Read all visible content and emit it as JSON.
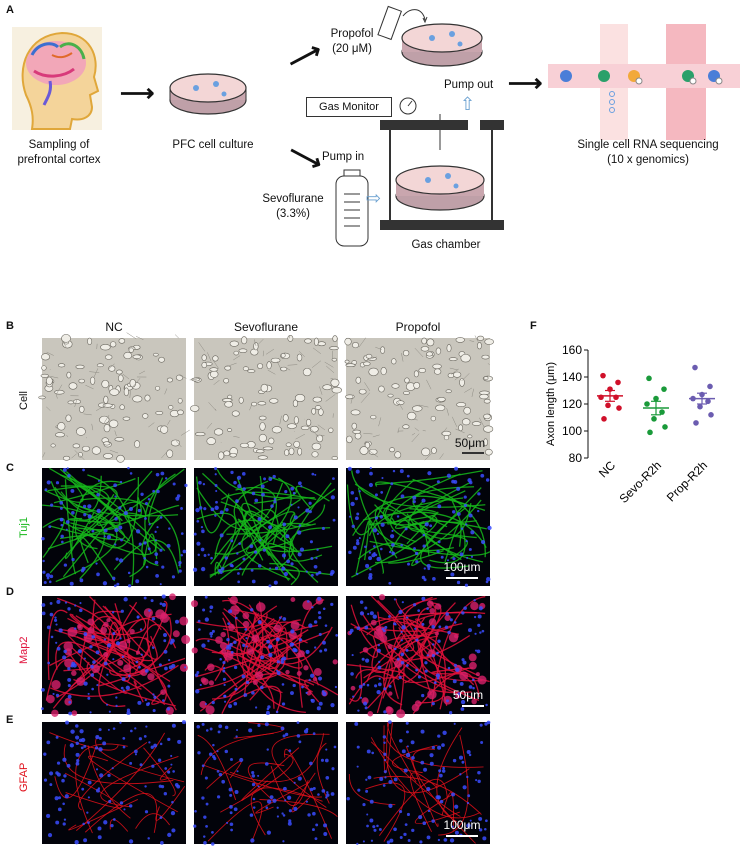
{
  "panels": {
    "A": "A",
    "B": "B",
    "C": "C",
    "D": "D",
    "E": "E",
    "F": "F"
  },
  "panelA": {
    "sampling": "Sampling of\nprefrontal cortex",
    "culture": "PFC cell culture",
    "propofol": "Propofol\n(20 μM)",
    "gas_monitor": "Gas Monitor",
    "pump_out": "Pump out",
    "pump_in": "Pump in",
    "sevoflurane": "Sevoflurane\n(3.3%)",
    "gas_chamber": "Gas chamber",
    "scrnaseq": "Single cell RNA sequencing\n(10 x genomics)"
  },
  "micro": {
    "columns": [
      "NC",
      "Sevoflurane",
      "Propofol"
    ],
    "rows": [
      {
        "key": "B",
        "label": "Cell",
        "scale": "50μm"
      },
      {
        "key": "C",
        "label": "Tuj1",
        "scale": "100μm"
      },
      {
        "key": "D",
        "label": "Map2",
        "scale": "50μm"
      },
      {
        "key": "E",
        "label": "GFAP",
        "scale": "100μm"
      }
    ]
  },
  "colors": {
    "tuj1": "#16b81b",
    "map2": "#e0103a",
    "gfap": "#e0101a",
    "nc": "#d0102a",
    "sevo": "#1a9a3a",
    "prop": "#6b5cb0"
  },
  "chart_data": {
    "type": "scatter",
    "title": "",
    "ylabel": "Axon length (μm)",
    "xlabel": "",
    "categories": [
      "NC",
      "Sevo-R2h",
      "Prop-R2h"
    ],
    "ylim": [
      80,
      160
    ],
    "yticks": [
      80,
      100,
      120,
      140,
      160
    ],
    "series": [
      {
        "name": "NC",
        "values": [
          141,
          136,
          131,
          125,
          125,
          119,
          117,
          109
        ],
        "mean": 126,
        "sem": 4
      },
      {
        "name": "Sevo-R2h",
        "values": [
          139,
          131,
          124,
          120,
          114,
          109,
          103,
          99
        ],
        "mean": 117,
        "sem": 5
      },
      {
        "name": "Prop-R2h",
        "values": [
          147,
          133,
          127,
          124,
          122,
          118,
          112,
          106
        ],
        "mean": 124,
        "sem": 4
      }
    ]
  }
}
